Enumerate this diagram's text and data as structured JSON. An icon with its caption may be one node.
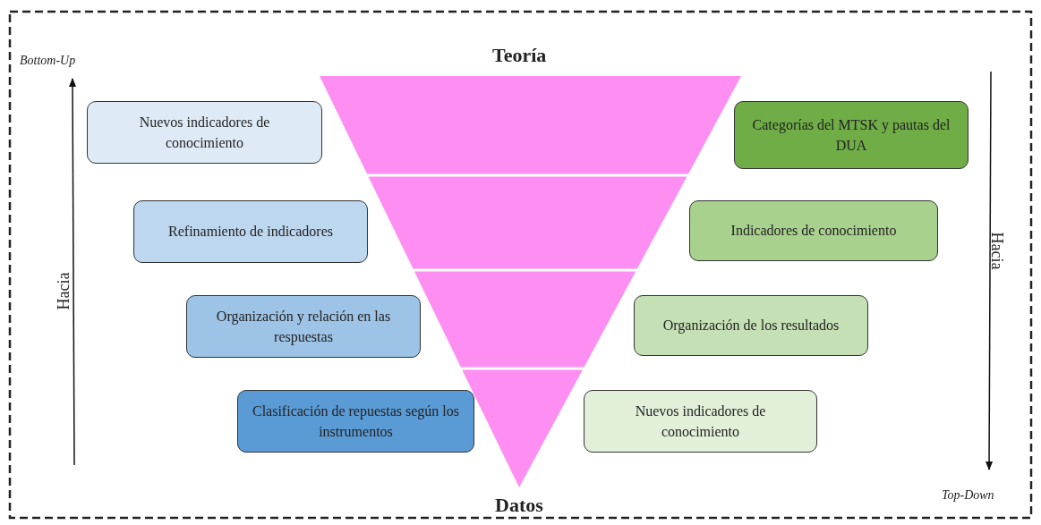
{
  "diagram": {
    "nodes": [
      {
        "text": [
          "Nuevos indicadores de conocimiento"
        ]
      },
      {
        "text": [
          "Refinamiento de indicadores"
        ]
      },
      {
        "text": [
          "Organización y relación en las respuestas"
        ]
      },
      {
        "text": [
          "Clasificación de repuestas según los instrumentos"
        ]
      },
      {
        "text": [
          "Categorías del MTSK y pautas del DUA"
        ]
      },
      {
        "text": [
          "Indicadores de conocimiento"
        ]
      },
      {
        "text": [
          "Organización de los resultados"
        ]
      },
      {
        "text": [
          "Nuevos indicadores de conocimiento"
        ]
      }
    ],
    "labels": [
      "Bottom-Up",
      "Teoría",
      "Hacia",
      "Hacia",
      "Datos",
      "Top-Down"
    ]
  }
}
